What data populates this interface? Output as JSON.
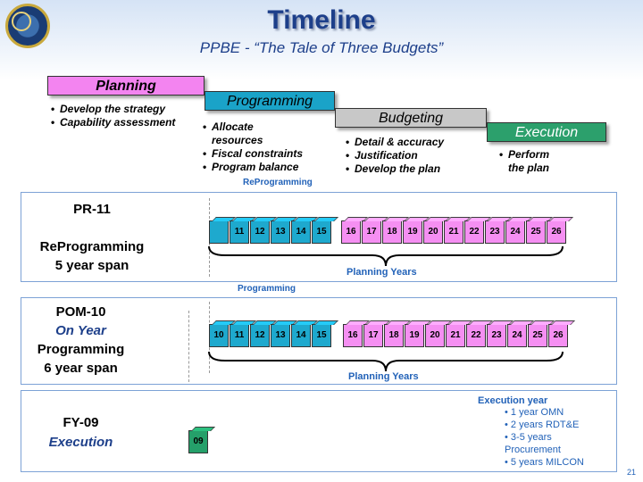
{
  "header": {
    "title": "Timeline",
    "subtitle": "PPBE - “The Tale of Three Budgets”"
  },
  "phases": {
    "planning": {
      "label": "Planning",
      "bullets": [
        "Develop the strategy",
        "Capability assessment"
      ]
    },
    "programming": {
      "label": "Programming",
      "bullets": [
        "Allocate resources",
        "Fiscal constraints",
        "Program balance"
      ]
    },
    "budgeting": {
      "label": "Budgeting",
      "bullets": [
        "Detail & accuracy",
        "Justification",
        "Develop the plan"
      ]
    },
    "execution": {
      "label": "Execution",
      "bullets": [
        "Perform the plan"
      ]
    }
  },
  "section1": {
    "label_top": "PR-11",
    "label_mid": "ReProgramming",
    "label_bot": "5 year span",
    "tag": "ReProgramming",
    "blue_years": [
      "",
      "11",
      "12",
      "13",
      "14",
      "15"
    ],
    "pink_years": [
      "16",
      "17",
      "18",
      "19",
      "20",
      "21",
      "22",
      "23",
      "24",
      "25",
      "26"
    ],
    "planning_years_label": "Planning Years"
  },
  "section2": {
    "label_top": "POM-10",
    "label_italic": "On Year",
    "label_mid": "Programming",
    "label_bot": "6 year span",
    "tag": "Programming",
    "blue_years": [
      "10",
      "11",
      "12",
      "13",
      "14",
      "15"
    ],
    "pink_years": [
      "16",
      "17",
      "18",
      "19",
      "20",
      "21",
      "22",
      "23",
      "24",
      "25",
      "26"
    ],
    "planning_years_label": "Planning Years"
  },
  "section3": {
    "label_top": "FY-09",
    "label_italic": "Execution",
    "green_year": "09",
    "execution_note": {
      "heading": "Execution year",
      "items": [
        "• 1 year OMN",
        "• 2 years RDT&E",
        "• 3-5 years",
        "Procurement",
        "• 5 years MILCON"
      ]
    }
  },
  "page_number": "21",
  "colors": {
    "planning": "#f384f0",
    "programming": "#1aa3c8",
    "budgeting": "#c8c8c8",
    "execution": "#2ca06c",
    "title": "#1d3f8a"
  }
}
